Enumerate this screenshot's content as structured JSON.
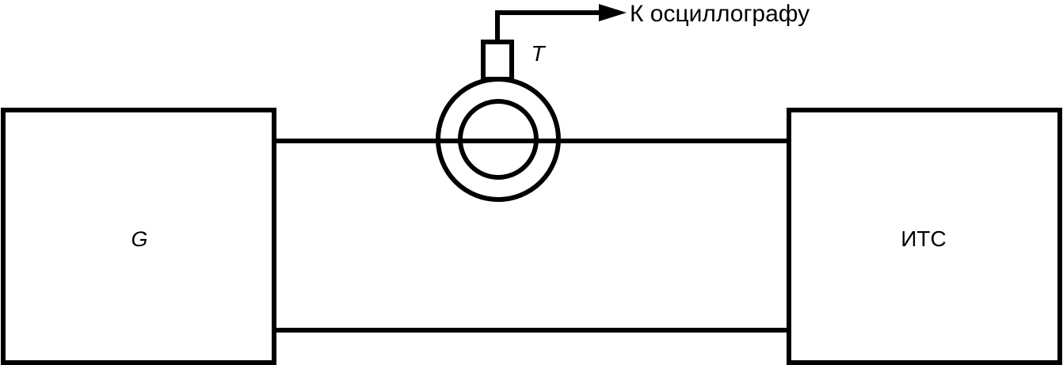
{
  "diagram": {
    "generator_label": "G",
    "load_label": "ИТС",
    "transformer_label": "T",
    "output_label": "К осциллографу"
  },
  "colors": {
    "stroke": "#000000",
    "background": "#ffffff"
  }
}
